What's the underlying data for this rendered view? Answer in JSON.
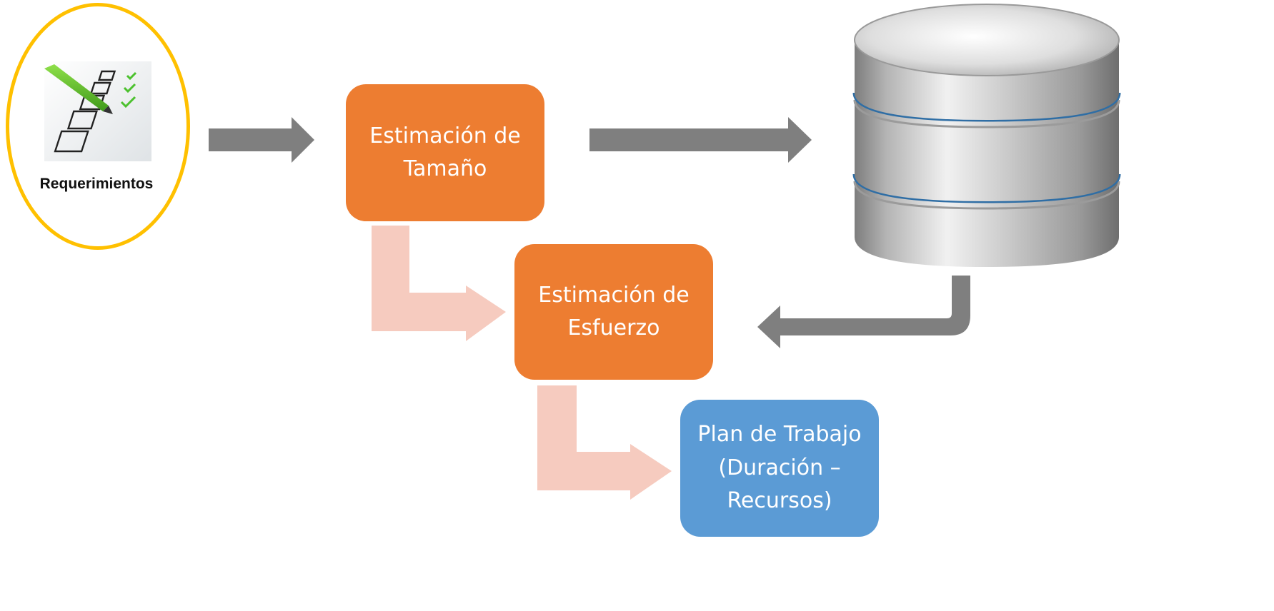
{
  "requirements": {
    "label": "Requerimientos",
    "icon": "checklist-icon",
    "outline_color": "#FFC000"
  },
  "nodes": {
    "size_estimation": {
      "label": "Estimación de Tamaño",
      "lines": [
        "Estimación de",
        "Tamaño"
      ],
      "color": "#ED7D31"
    },
    "effort_estimation": {
      "label": "Estimación de Esfuerzo",
      "lines": [
        "Estimación de",
        "Esfuerzo"
      ],
      "color": "#ED7D31"
    },
    "work_plan": {
      "label": "Plan de Trabajo (Duración – Recursos)",
      "lines": [
        "Plan de Trabajo",
        "(Duración –",
        "Recursos)"
      ],
      "color": "#5B9BD5"
    }
  },
  "database": {
    "icon": "database-icon"
  },
  "arrow_colors": {
    "main": "#7F7F7F",
    "secondary": "#F6CBBF"
  }
}
